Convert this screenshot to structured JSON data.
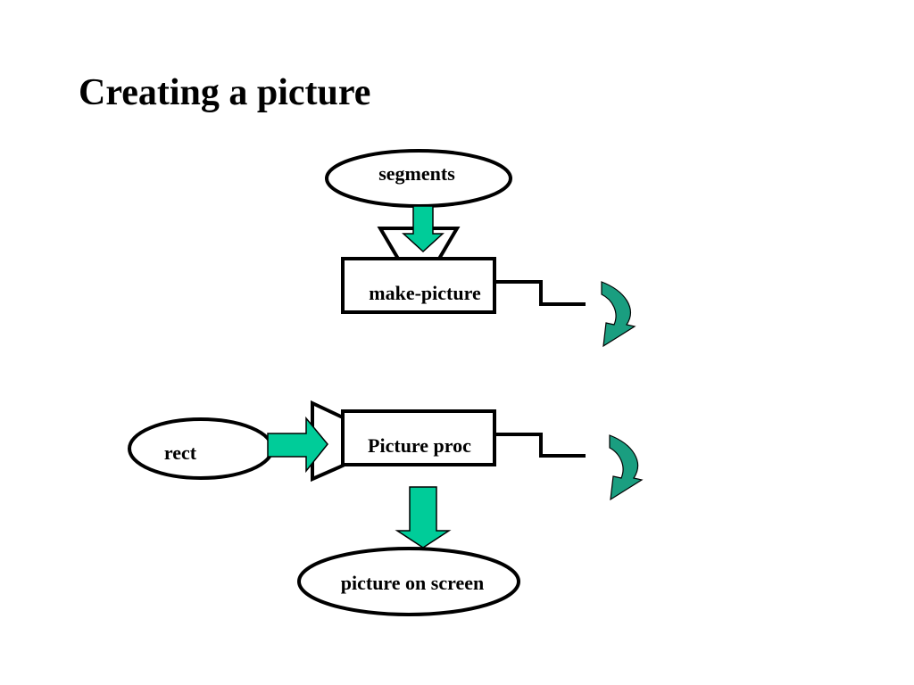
{
  "slide": {
    "title": "Creating a picture"
  },
  "diagram": {
    "nodes": {
      "segments": "segments",
      "make_picture": "make-picture",
      "rect": "rect",
      "picture_proc": "Picture proc",
      "picture_on_screen": "picture on screen"
    }
  },
  "colors": {
    "arrow_fill": "#00cc99",
    "curved_arrow_fill": "#1a9e80",
    "outline": "#000000",
    "background": "#ffffff"
  }
}
